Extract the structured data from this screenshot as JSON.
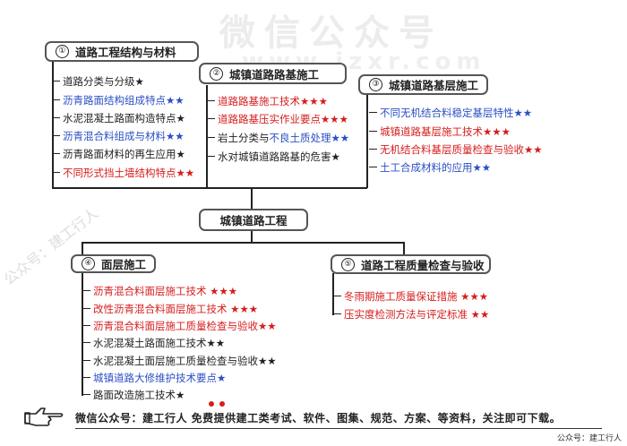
{
  "watermarks": {
    "big": "微信公众号",
    "url": "www.jzxr.com",
    "diagonal": "公众号：建工行人"
  },
  "center": {
    "label": "城镇道路工程"
  },
  "sections": [
    {
      "num": "①",
      "title": "道路工程结构与材料",
      "items": [
        {
          "text": "道路分类与分级★",
          "color": "black"
        },
        {
          "text": "沥青路面结构组成特点★★",
          "color": "blue"
        },
        {
          "text": "水泥混凝土路面构造特点★",
          "color": "black"
        },
        {
          "text": "沥青混合料组成与材料★★",
          "color": "blue"
        },
        {
          "text": "沥青路面材料的再生应用★",
          "color": "black"
        },
        {
          "text": "不同形式挡土墙结构特点★★",
          "color": "red"
        }
      ]
    },
    {
      "num": "②",
      "title": "城镇道路路基施工",
      "items": [
        {
          "text": "道路路基施工技术★★★",
          "color": "red"
        },
        {
          "text": "道路路基压实作业要点★★★",
          "color": "red"
        },
        {
          "text": "岩土分类与",
          "color": "black",
          "extra": "不良土质处理★★",
          "extra_color": "blue"
        },
        {
          "text": "水对城镇道路路基的危害★",
          "color": "black"
        }
      ]
    },
    {
      "num": "③",
      "title": "城镇道路基层施工",
      "items": [
        {
          "text": "不同无机结合料稳定基层特性★★",
          "color": "blue"
        },
        {
          "text": "城镇道路基层施工技术★★★",
          "color": "red"
        },
        {
          "text": "无机结合料基层质量检查与验收★★",
          "color": "red"
        },
        {
          "text": "土工合成材料的应用★★",
          "color": "blue"
        }
      ]
    },
    {
      "num": "④",
      "title": "面层施工",
      "items": [
        {
          "text": "沥青混合料面层施工技术 ★★★",
          "color": "red"
        },
        {
          "text": "改性沥青混合料面层施工技术 ★★★",
          "color": "red"
        },
        {
          "text": "沥青混合料面层施工质量检查与验收★★",
          "color": "red"
        },
        {
          "text": "水泥混凝土路面施工技术★★",
          "color": "black"
        },
        {
          "text": "水泥混凝土面层施工质量检查与验收★★",
          "color": "black"
        },
        {
          "text": "城镇道路大修维护技术要点★",
          "color": "blue"
        },
        {
          "text": "路面改造施工技术★",
          "color": "black"
        }
      ]
    },
    {
      "num": "⑤",
      "title": "道路工程质量检查与验收",
      "items": [
        {
          "text": "冬雨期施工质量保证措施 ★★★",
          "color": "red"
        },
        {
          "text": "压实度检测方法与评定标准 ★★",
          "color": "red"
        }
      ]
    }
  ],
  "footer": {
    "text": "微信公众号：建工行人  免费提供建工类考试、软件、图集、规范、方案、等资料，关注即可下载。"
  },
  "credit": "公众号：建工行人",
  "icons": [
    "pointing-hand-icon"
  ],
  "colors": {
    "red": "#d61d1d",
    "blue": "#2b4fc4",
    "black": "#222222",
    "border": "#555555"
  }
}
